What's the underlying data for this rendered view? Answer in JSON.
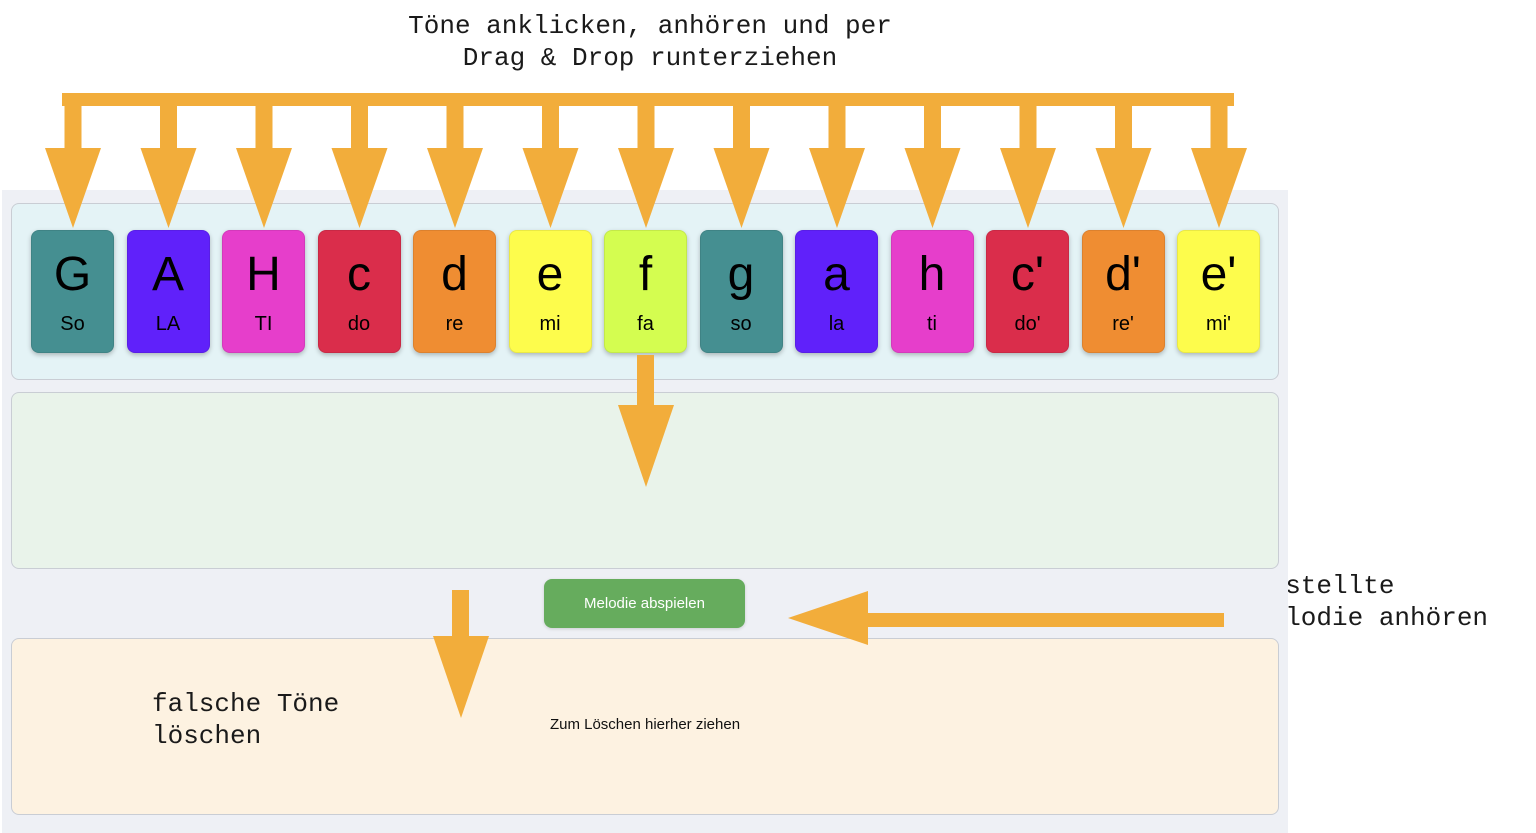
{
  "annotations": {
    "top": "Töne anklicken, anhören und per\nDrag & Drop runterziehen",
    "right": "erstellte\nMelodie anhören",
    "left": "falsche Töne\nlöschen"
  },
  "tones": [
    {
      "note": "G",
      "syllable": "So",
      "color": "#458f91",
      "text": "#000000"
    },
    {
      "note": "A",
      "syllable": "LA",
      "color": "#6021fa",
      "text": "#000000"
    },
    {
      "note": "H",
      "syllable": "TI",
      "color": "#e63ecb",
      "text": "#000000"
    },
    {
      "note": "c",
      "syllable": "do",
      "color": "#da2d4b",
      "text": "#000000"
    },
    {
      "note": "d",
      "syllable": "re",
      "color": "#ef8d32",
      "text": "#000000"
    },
    {
      "note": "e",
      "syllable": "mi",
      "color": "#fdfc4c",
      "text": "#000000"
    },
    {
      "note": "f",
      "syllable": "fa",
      "color": "#d4fd50",
      "text": "#000000"
    },
    {
      "note": "g",
      "syllable": "so",
      "color": "#458f91",
      "text": "#000000"
    },
    {
      "note": "a",
      "syllable": "la",
      "color": "#6021fa",
      "text": "#000000"
    },
    {
      "note": "h",
      "syllable": "ti",
      "color": "#e63ecb",
      "text": "#000000"
    },
    {
      "note": "c'",
      "syllable": "do'",
      "color": "#da2d4b",
      "text": "#000000"
    },
    {
      "note": "d'",
      "syllable": "re'",
      "color": "#ef8d32",
      "text": "#000000"
    },
    {
      "note": "e'",
      "syllable": "mi'",
      "color": "#fdfc4c",
      "text": "#000000"
    }
  ],
  "play_button": {
    "label": "Melodie abspielen"
  },
  "delete_zone": {
    "label": "Zum Löschen hierher ziehen"
  },
  "colors": {
    "arrow": "#f2ad3b",
    "play": "#66ac5d"
  }
}
